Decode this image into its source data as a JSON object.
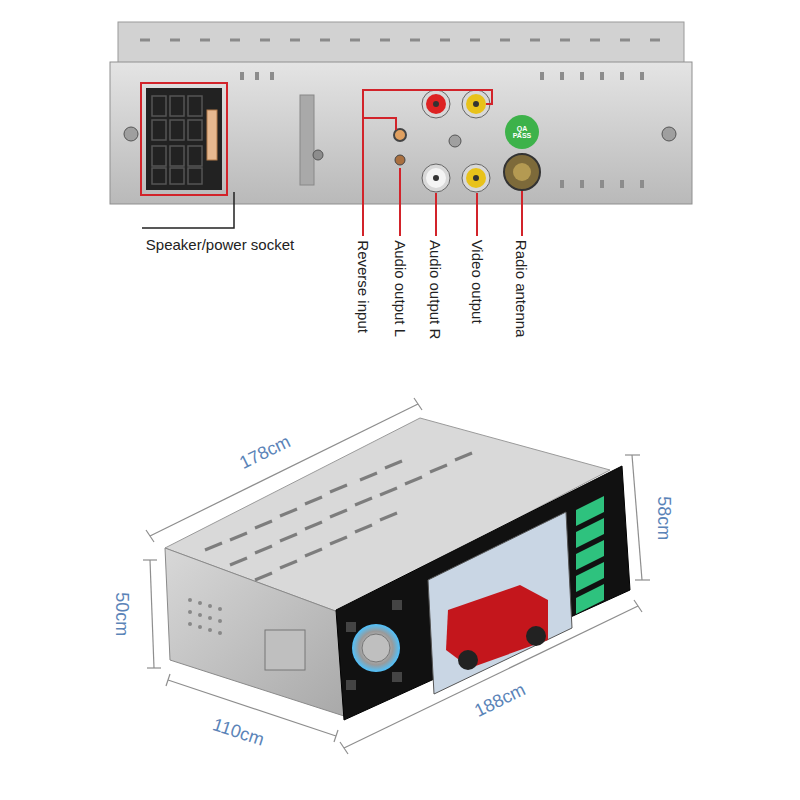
{
  "diagram": {
    "labels": [
      "Speaker/power socket",
      "Reverse input",
      "Audio output L",
      "Audio output R",
      "Video output",
      "Radio antenna",
      "QA PASS",
      "178cm",
      "58cm",
      "50cm",
      "110cm",
      "188cm"
    ]
  }
}
